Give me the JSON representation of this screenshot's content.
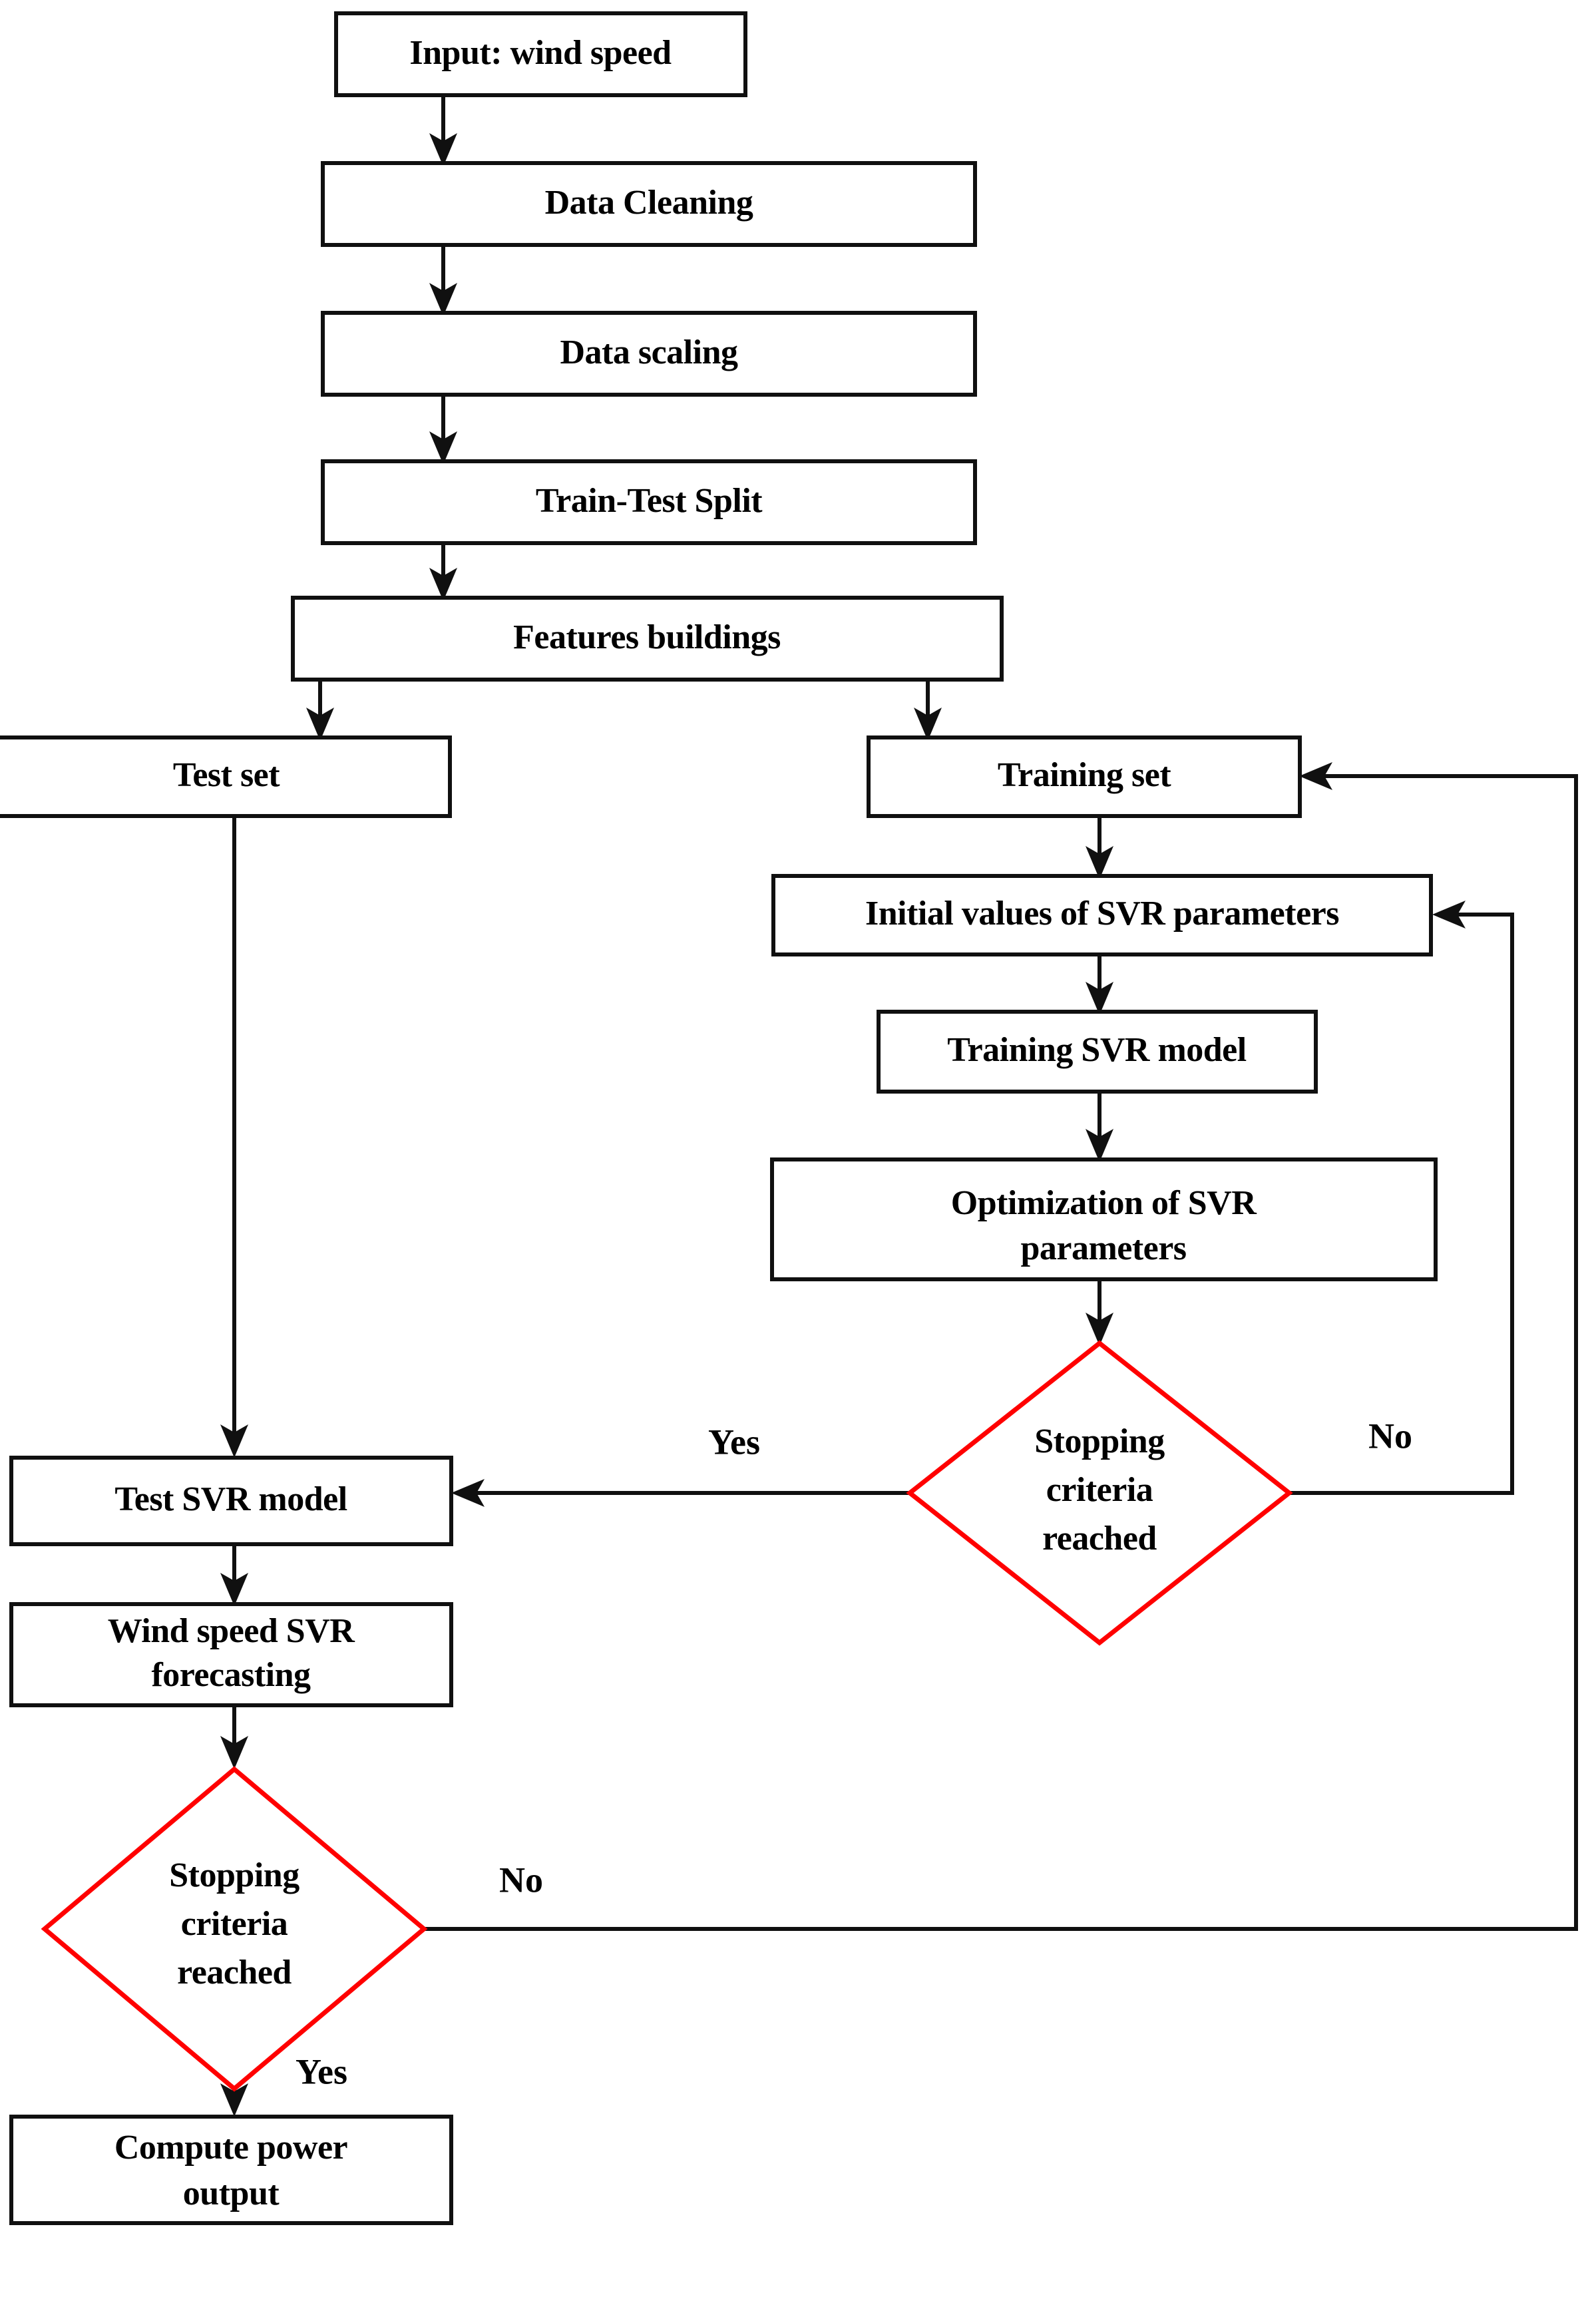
{
  "diagram": {
    "title": "Wind speed SVR forecasting flowchart",
    "type": "flowchart",
    "colors": {
      "process_border": "#101010",
      "decision_border": "#ff0000",
      "connector": "#101010",
      "background": "#ffffff",
      "text": "#000000"
    }
  },
  "nodes": {
    "input_wind_speed": {
      "label": "Input: wind speed",
      "shape": "process"
    },
    "data_cleaning": {
      "label": "Data Cleaning",
      "shape": "process"
    },
    "data_scaling": {
      "label": "Data scaling",
      "shape": "process"
    },
    "train_test_split": {
      "label": "Train-Test Split",
      "shape": "process"
    },
    "features_buildings": {
      "label": "Features buildings",
      "shape": "process"
    },
    "test_set": {
      "label": "Test set",
      "shape": "process"
    },
    "training_set": {
      "label": "Training set",
      "shape": "process"
    },
    "initial_values_svr": {
      "label": "Initial values of SVR parameters",
      "shape": "process"
    },
    "training_svr_model": {
      "label": "Training SVR model",
      "shape": "process"
    },
    "optimization_svr_line1": {
      "label": "Optimization of SVR",
      "shape": "process"
    },
    "optimization_svr_line2": {
      "label": "parameters",
      "shape": "process"
    },
    "decision_train_line1": {
      "label": "Stopping",
      "shape": "decision"
    },
    "decision_train_line2": {
      "label": "criteria",
      "shape": "decision"
    },
    "decision_train_line3": {
      "label": "reached",
      "shape": "decision"
    },
    "test_svr_model": {
      "label": "Test SVR model",
      "shape": "process"
    },
    "wind_speed_forecasting_line1": {
      "label": "Wind speed SVR",
      "shape": "process"
    },
    "wind_speed_forecasting_line2": {
      "label": "forecasting",
      "shape": "process"
    },
    "decision_forecast_line1": {
      "label": "Stopping",
      "shape": "decision"
    },
    "decision_forecast_line2": {
      "label": "criteria",
      "shape": "decision"
    },
    "decision_forecast_line3": {
      "label": "reached",
      "shape": "decision"
    },
    "compute_power_line1": {
      "label": "Compute power",
      "shape": "process"
    },
    "compute_power_line2": {
      "label": "output",
      "shape": "process"
    }
  },
  "edge_labels": {
    "train_decision_yes": "Yes",
    "train_decision_no": "No",
    "forecast_decision_no": "No",
    "forecast_decision_yes": "Yes"
  }
}
